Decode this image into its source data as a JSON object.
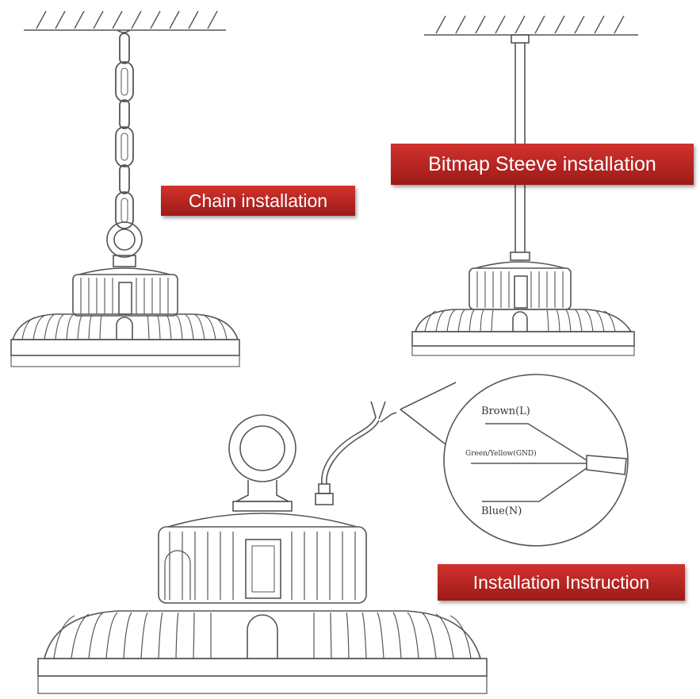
{
  "labels": {
    "chain": "Chain installation",
    "sleeve": "Bitmap Steeve installation",
    "instruction": "Installation Instruction"
  },
  "wires": {
    "brown": "Brown(L)",
    "green_yellow": "Green/Yellow(GND)",
    "blue": "Blue(N)"
  },
  "colors": {
    "banner": "#c0292a",
    "line": "#555555"
  }
}
